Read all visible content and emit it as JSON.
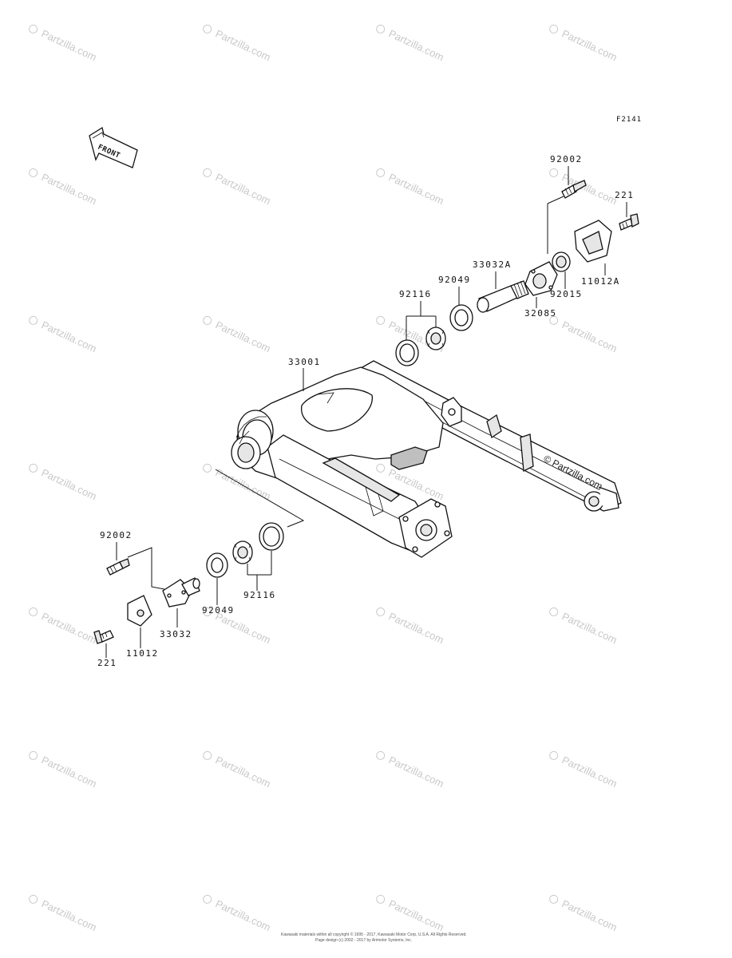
{
  "figure_code": "F2141",
  "front_arrow_label": "FRONT",
  "watermark": {
    "text": "Partzilla.com",
    "symbol": "©"
  },
  "frame_watermark": "© Partzilla.com",
  "parts": [
    {
      "id": "p_92002_top",
      "number": "92002",
      "name": "bolt"
    },
    {
      "id": "p_221_top",
      "number": "221",
      "name": "screw"
    },
    {
      "id": "p_33032A",
      "number": "33032A",
      "name": "pivot-shaft"
    },
    {
      "id": "p_92049_top",
      "number": "92049",
      "name": "oil-seal"
    },
    {
      "id": "p_92116_top",
      "number": "92116",
      "name": "bearing-set"
    },
    {
      "id": "p_11012A",
      "number": "11012A",
      "name": "cap"
    },
    {
      "id": "p_32085",
      "number": "32085",
      "name": "bracket"
    },
    {
      "id": "p_92015",
      "number": "92015",
      "name": "nut"
    },
    {
      "id": "p_33001",
      "number": "33001",
      "name": "swing-arm"
    },
    {
      "id": "p_92002_bot",
      "number": "92002",
      "name": "bolt"
    },
    {
      "id": "p_92049_bot",
      "number": "92049",
      "name": "oil-seal"
    },
    {
      "id": "p_92116_bot",
      "number": "92116",
      "name": "bearing-set"
    },
    {
      "id": "p_33032",
      "number": "33032",
      "name": "pivot-shaft"
    },
    {
      "id": "p_221_bot",
      "number": "221",
      "name": "screw"
    },
    {
      "id": "p_11012",
      "number": "11012",
      "name": "cap"
    }
  ],
  "footer": {
    "line1": "Kawasaki materials within all copyright © 1995 - 2017, Kawasaki Motor Corp, U.S.A. All Rights Reserved.",
    "line2": "Page design (c) 2002 - 2017 by Arimotor Systems, Inc."
  }
}
